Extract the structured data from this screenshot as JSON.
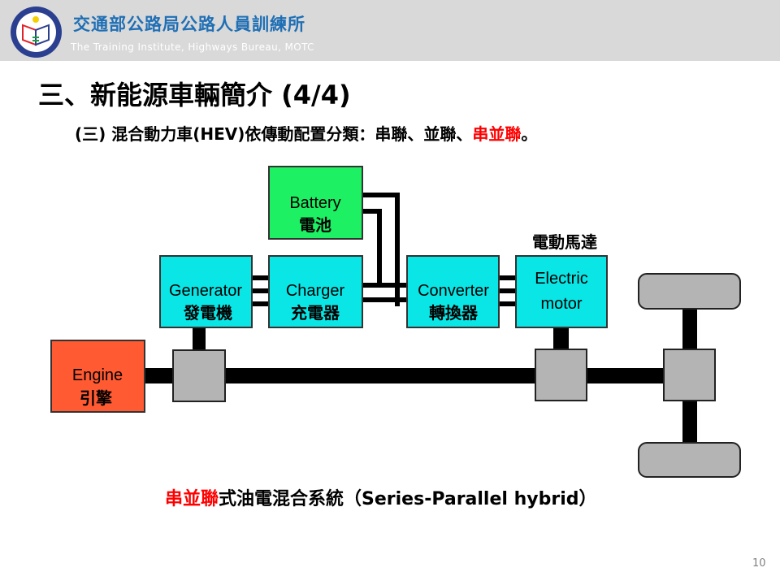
{
  "header": {
    "org_name_cn": "交通部公路局公路人員訓練所",
    "org_name_en": "The Training Institute,  Highways Bureau,  MOTC",
    "logo_icon": "institute-emblem-icon"
  },
  "slide": {
    "title": "三、新能源車輛簡介 (4/4)",
    "subtitle_prefix": "(三) 混合動力車(HEV)依傳動配置分類：串聯、並聯、",
    "subtitle_highlight": "串並聯",
    "subtitle_suffix": "。",
    "caption_highlight": "串並聯",
    "caption_rest": "式油電混合系統（Series-Parallel hybrid）",
    "page_number": "10"
  },
  "diagram": {
    "battery": {
      "en": "Battery",
      "cn": "電池"
    },
    "generator": {
      "en": "Generator",
      "cn": "發電機"
    },
    "charger": {
      "en": "Charger",
      "cn": "充電器"
    },
    "converter": {
      "en": "Converter",
      "cn": "轉換器"
    },
    "motor": {
      "en1": "Electric",
      "en2": "motor",
      "label_above": "電動馬達"
    },
    "engine": {
      "en": "Engine",
      "cn": "引擎"
    },
    "colors": {
      "battery": "#1ef064",
      "electric": "#0ae6e6",
      "engine": "#ff5a32",
      "mechanical": "#b4b4b4",
      "highlight": "#ff0000",
      "brand": "#1f6fb5"
    }
  }
}
